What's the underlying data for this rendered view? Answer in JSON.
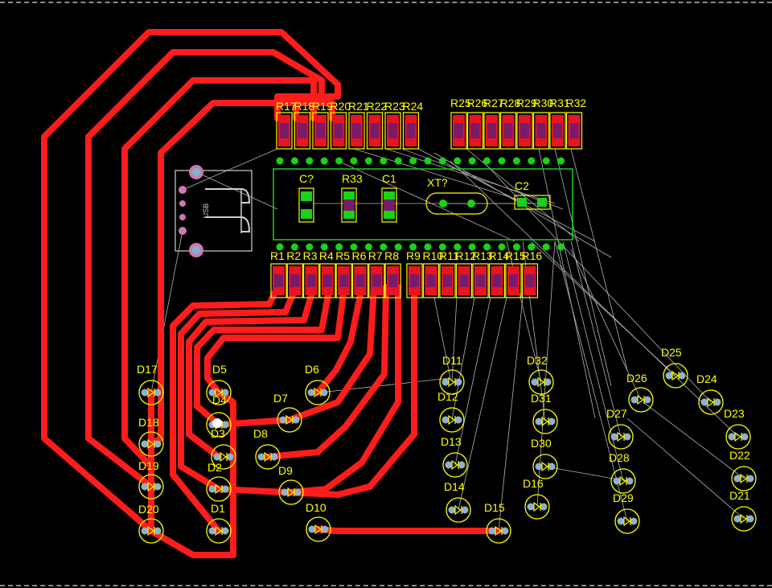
{
  "colors": {
    "background": "#000000",
    "track": "#ff1c1c",
    "pad_red": "#e8141e",
    "pad_stripe": "#7a1a6a",
    "silk": "#ffff00",
    "via": "#19d219",
    "ratsnest": "#b4b4b4",
    "module_outline": "#19d219",
    "led_body": "#8fb2c8",
    "usb_outline": "#d0d0d0"
  },
  "usb_label": "USB",
  "labels": {
    "C7": "C?",
    "R33": "R33",
    "C1": "C1",
    "XT": "XT?",
    "C2": "C2"
  },
  "resistor_rows": [
    {
      "name": "top-left",
      "labels": [
        "R17",
        "R18",
        "R19",
        "R20",
        "R21",
        "R22",
        "R23",
        "R24"
      ]
    },
    {
      "name": "top-right",
      "labels": [
        "R25",
        "R26",
        "R27",
        "R28",
        "R29",
        "R30",
        "R31",
        "R32"
      ]
    },
    {
      "name": "bottom-left",
      "labels": [
        "R1",
        "R2",
        "R3",
        "R4",
        "R5",
        "R6",
        "R7",
        "R8"
      ]
    },
    {
      "name": "bottom-right",
      "labels": [
        "R9",
        "R10",
        "R11",
        "R12",
        "R13",
        "R14",
        "R15",
        "R16"
      ]
    }
  ],
  "leds": [
    "D1",
    "D2",
    "D3",
    "D4",
    "D5",
    "D6",
    "D7",
    "D8",
    "D9",
    "D10",
    "D11",
    "D12",
    "D13",
    "D14",
    "D15",
    "D16",
    "D17",
    "D18",
    "D19",
    "D20",
    "D21",
    "D22",
    "D23",
    "D24",
    "D25",
    "D26",
    "D27",
    "D28",
    "D29",
    "D30",
    "D31",
    "D32"
  ]
}
